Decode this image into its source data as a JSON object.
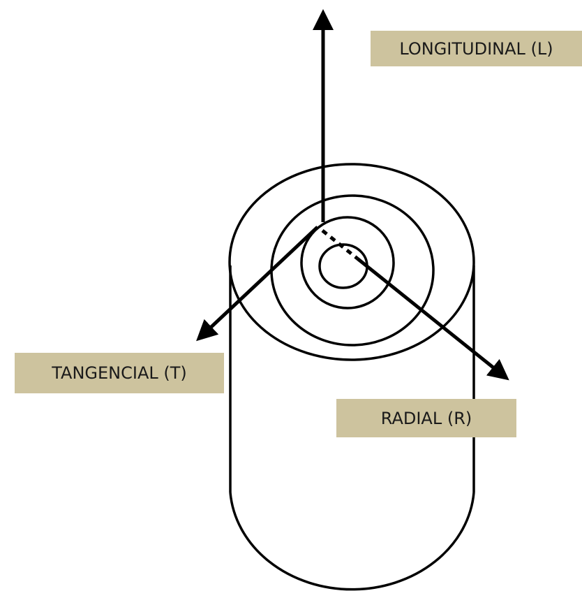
{
  "labels": {
    "longitudinal": "LONGITUDINAL (L)",
    "tangencial": "TANGENCIAL (T)",
    "radial": "RADIAL (R)"
  },
  "colors": {
    "stroke": "#000000",
    "label_background": "#cdc39e"
  }
}
